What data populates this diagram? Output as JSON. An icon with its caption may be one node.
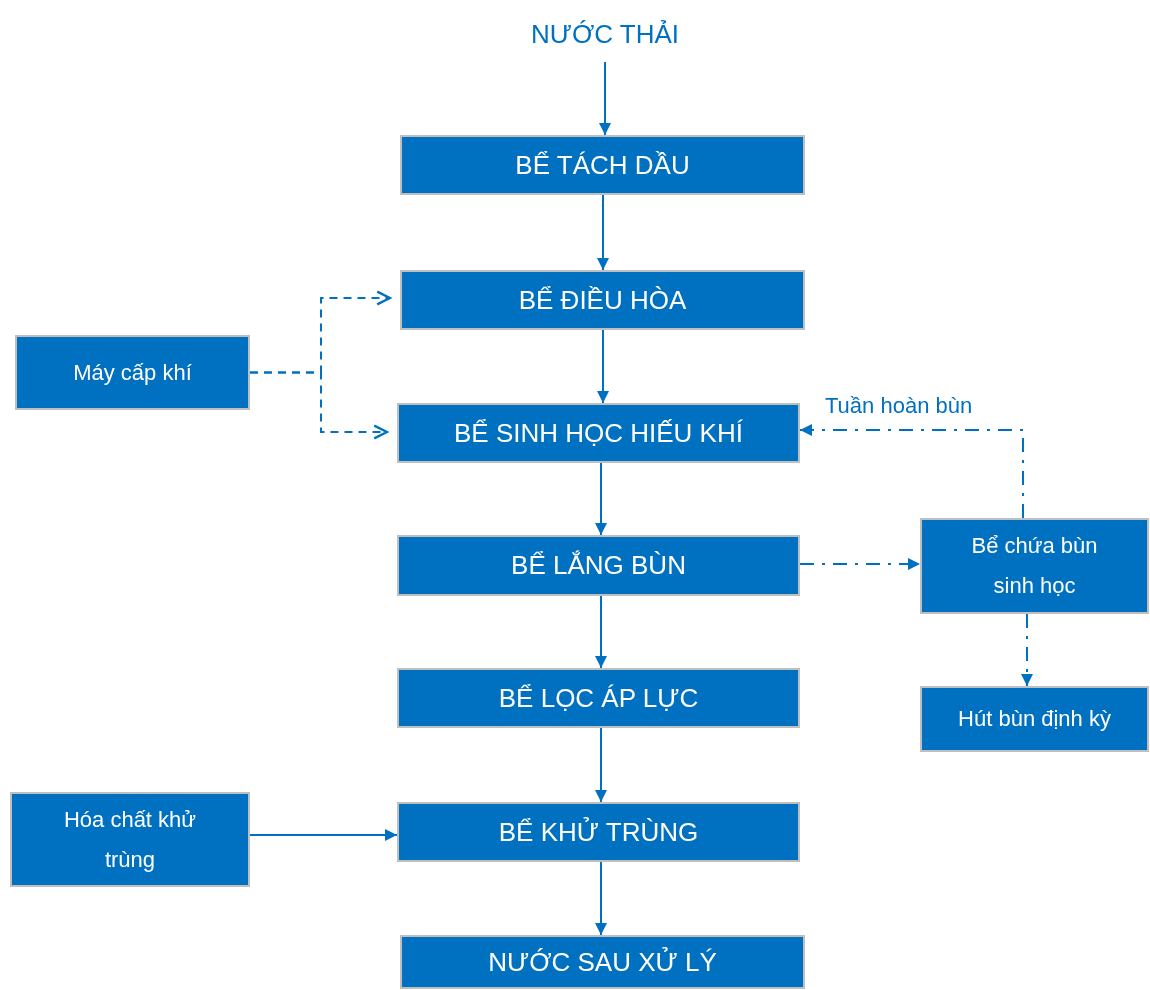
{
  "diagram": {
    "nodes": [
      {
        "text": [
          "NƯỚC THẢI"
        ]
      },
      {
        "text": [
          "BỂ TÁCH DẦU"
        ]
      },
      {
        "text": [
          "BỂ ĐIỀU HÒA"
        ]
      },
      {
        "text": [
          "Máy cấp khí"
        ]
      },
      {
        "text": [
          "BỂ SINH HỌC HIẾU KHÍ"
        ]
      },
      {
        "text": [
          "Bể chứa bùn sinh học"
        ]
      },
      {
        "text": [
          "BỂ LẮNG BÙN"
        ]
      },
      {
        "text": [
          "BỂ LỌC ÁP LỰC"
        ]
      },
      {
        "text": [
          "Hút bùn định kỳ"
        ]
      },
      {
        "text": [
          "Hóa chất khử trùng"
        ]
      },
      {
        "text": [
          "BỂ KHỬ TRÙNG"
        ]
      },
      {
        "text": [
          "NƯỚC SAU XỬ LÝ"
        ]
      }
    ],
    "edges": [
      {
        "from": 0,
        "to": 1,
        "arrow": "to"
      },
      {
        "from": 1,
        "to": 2,
        "arrow": "to"
      },
      {
        "from": 2,
        "to": 4,
        "arrow": "to"
      },
      {
        "from": 3,
        "to": 2,
        "arrow": "to",
        "style": "dashed"
      },
      {
        "from": 3,
        "to": 4,
        "arrow": "to",
        "style": "dashed"
      },
      {
        "from": 4,
        "to": 6,
        "arrow": "to"
      },
      {
        "from": 6,
        "to": 5,
        "arrow": "to",
        "style": "dashed"
      },
      {
        "from": 5,
        "to": 4,
        "arrow": "to",
        "style": "dashed",
        "label": "Tuần hoàn bùn"
      },
      {
        "from": 5,
        "to": 8,
        "arrow": "to",
        "style": "dashed"
      },
      {
        "from": 6,
        "to": 7,
        "arrow": "to"
      },
      {
        "from": 7,
        "to": 10,
        "arrow": "to"
      },
      {
        "from": 9,
        "to": 10,
        "arrow": "to"
      },
      {
        "from": 10,
        "to": 11,
        "arrow": "to"
      }
    ]
  }
}
